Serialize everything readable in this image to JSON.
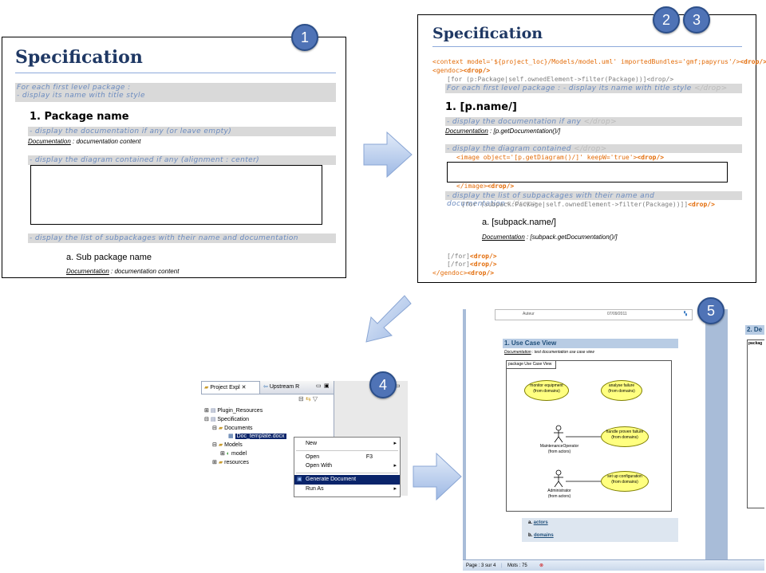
{
  "badges": {
    "b1": "1",
    "b2": "2",
    "b3": "3",
    "b4": "4",
    "b5": "5"
  },
  "panel1": {
    "title": "Specification",
    "instr1_line1": "For each first level package :",
    "instr1_line2": "- display its name with title style",
    "heading": "1.  Package name",
    "instr2": "- display the documentation if any  (or leave empty)",
    "doc_label": "Documentation",
    "doc_text": " : documentation content",
    "instr3": "- display the diagram contained if any (alignment : center)",
    "instr4": "- display the list of subpackages with their name and documentation",
    "sub_heading": "a.  Sub package name",
    "doc2_label": "Documentation",
    "doc2_text": " : documentation content"
  },
  "panel2": {
    "title": "Specification",
    "context": "<context model='${project_loc}/Models/model.uml' importedBundles='gmf;papyrus'/>",
    "drop": "<drop/>",
    "gendoc": "<gendoc>",
    "for1": "[for (p:Package|self.ownedElement->filter(Package))]",
    "drop_plain": "<drop/>",
    "instr1": "For each first level package : - display its name with title style ",
    "drop_close": "</drop>",
    "heading": "1.  [p.name/]",
    "instr2": "- display the documentation if any ",
    "doc_label": "Documentation",
    "doc_text": " : [p.getDocumentation()/]",
    "instr3": "- display the diagram contained ",
    "image_open": "<image object='[p.getDiagram()/]' keepW='true'>",
    "image_close": "</image>",
    "instr4": "- display the list of subpackages with their name and documentation",
    "for2": "[for (subpack:Package|self.ownedElement->filter(Package))]]",
    "sub_heading": "a.  [subpack.name/]",
    "doc2_label": "Documentation",
    "doc2_text": " : [subpack.getDocumentation()/]",
    "endfor1": "[/for]",
    "endfor2": "[/for]",
    "gendoc_close": "</gendoc>"
  },
  "panel4": {
    "tab1": "Project Expl",
    "tab2": "Upstream R",
    "tree": [
      "Plugin_Resources",
      "Specification",
      "Documents",
      "Doc_template.docx",
      "Models",
      "model",
      "resources"
    ],
    "menu": {
      "new": "New",
      "open": "Open",
      "open_shortcut": "F3",
      "open_with": "Open With",
      "generate": "Generate Document",
      "run_as": "Run As"
    }
  },
  "panel5": {
    "header_author": "Auteur",
    "header_date": "07/09/2011",
    "section_title": "1. Use Case View",
    "doc_label": "Documentation",
    "doc_text": " : test documentation use case view",
    "package_tab": "package  Use Case View",
    "use_cases": [
      "monitor equipment\n(from domains)",
      "analyse failure\n(from domains)",
      "handle proven failure\n(from domains)",
      "set up configuration\n(from domains)"
    ],
    "actors": [
      "MaintenanceOperator\n(from actors)",
      "Administrator\n(from actors)"
    ],
    "list_a": "a.  ",
    "list_a_link": "actors",
    "list_b": "b.  ",
    "list_b_link": "domains",
    "right_title": "2. De",
    "right_pkg": "packag",
    "status_page": "Page : 3 sur 4",
    "status_words": "Mots : 75"
  }
}
